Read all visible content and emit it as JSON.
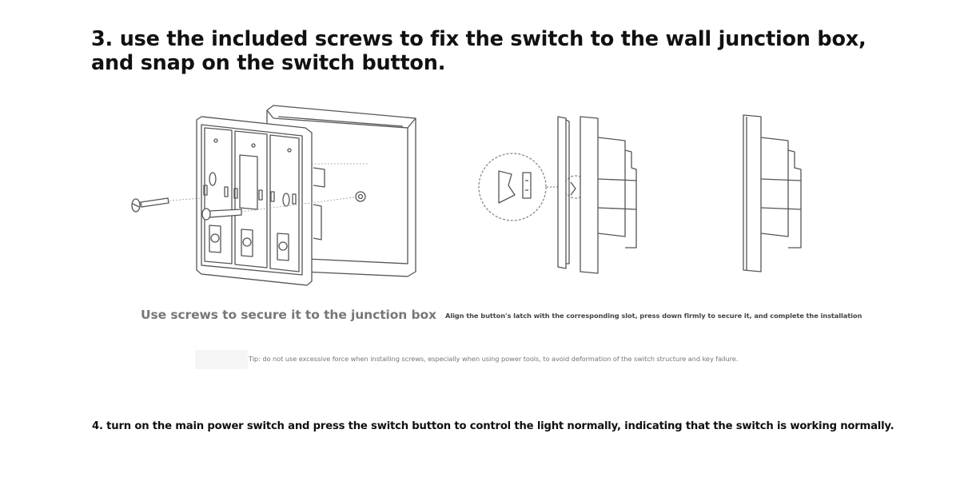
{
  "step3": {
    "heading": "3. use the included screws to fix the switch to the wall junction box, and snap on the switch button."
  },
  "captions": {
    "left": "Use screws to secure it to the junction box",
    "right": "Align the button's latch with the corresponding slot, press down firmly to secure it, and complete the installation"
  },
  "tip": "Tip: do not use excessive force when installing screws, especially when using power tools, to avoid deformation of the switch structure and key failure.",
  "step4": {
    "text": "4. turn on the main power switch and press the switch button to control the light normally, indicating that the switch is working normally."
  },
  "colors": {
    "line_art": "#555555",
    "caption_grey": "#777777",
    "text": "#111111"
  }
}
